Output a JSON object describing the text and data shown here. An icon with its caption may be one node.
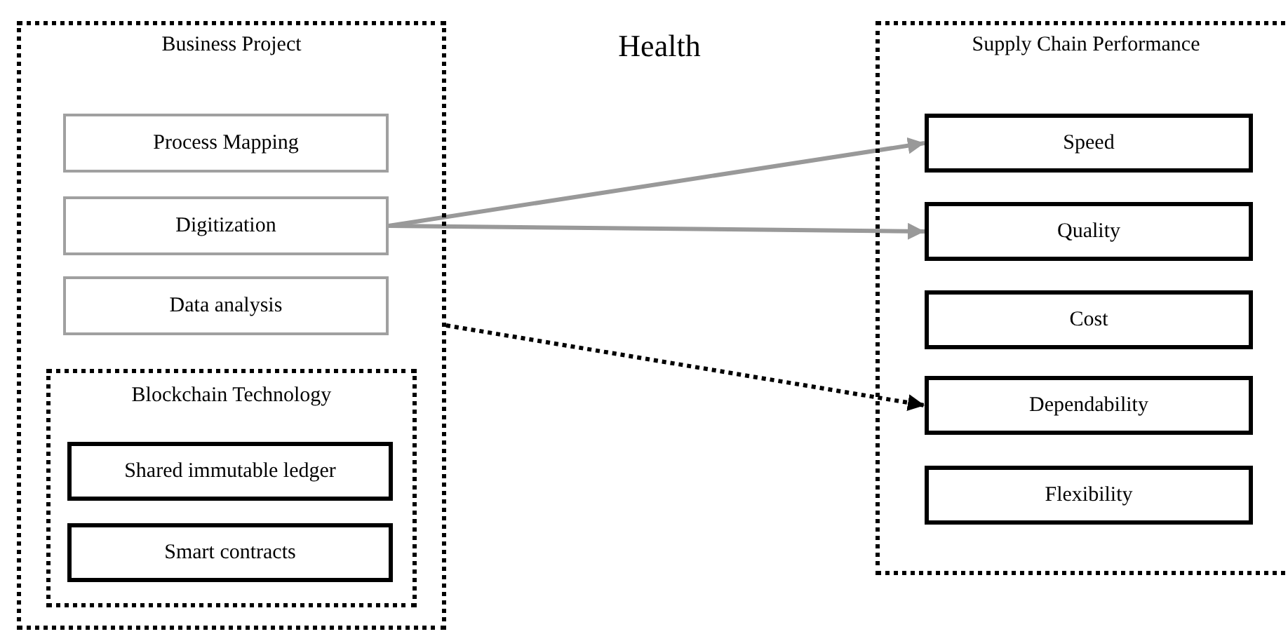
{
  "diagram": {
    "title": "Health",
    "nodes": [
      {
        "text": [
          "Business Project"
        ]
      },
      {
        "text": [
          "Process Mapping"
        ],
        "in": 0
      },
      {
        "text": [
          "Digitization"
        ],
        "in": 0
      },
      {
        "text": [
          "Data analysis"
        ],
        "in": 0
      },
      {
        "text": [
          "Blockchain Technology"
        ],
        "in": 0
      },
      {
        "text": [
          "Shared immutable ledger"
        ],
        "in": 4
      },
      {
        "text": [
          "Smart contracts"
        ],
        "in": 4
      },
      {
        "text": [
          "Supply Chain Performance"
        ]
      },
      {
        "text": [
          "Speed"
        ],
        "in": 7
      },
      {
        "text": [
          "Quality"
        ],
        "in": 7
      },
      {
        "text": [
          "Cost"
        ],
        "in": 7
      },
      {
        "text": [
          "Dependability"
        ],
        "in": 7
      },
      {
        "text": [
          "Flexibility"
        ],
        "in": 7
      }
    ],
    "edges": [
      {
        "from": 2,
        "to": 8,
        "arrow": "to"
      },
      {
        "from": 2,
        "to": 9,
        "arrow": "to"
      },
      {
        "from": 0,
        "to": 11,
        "arrow": "to",
        "style": "dashed",
        "color": "#000000"
      }
    ]
  }
}
